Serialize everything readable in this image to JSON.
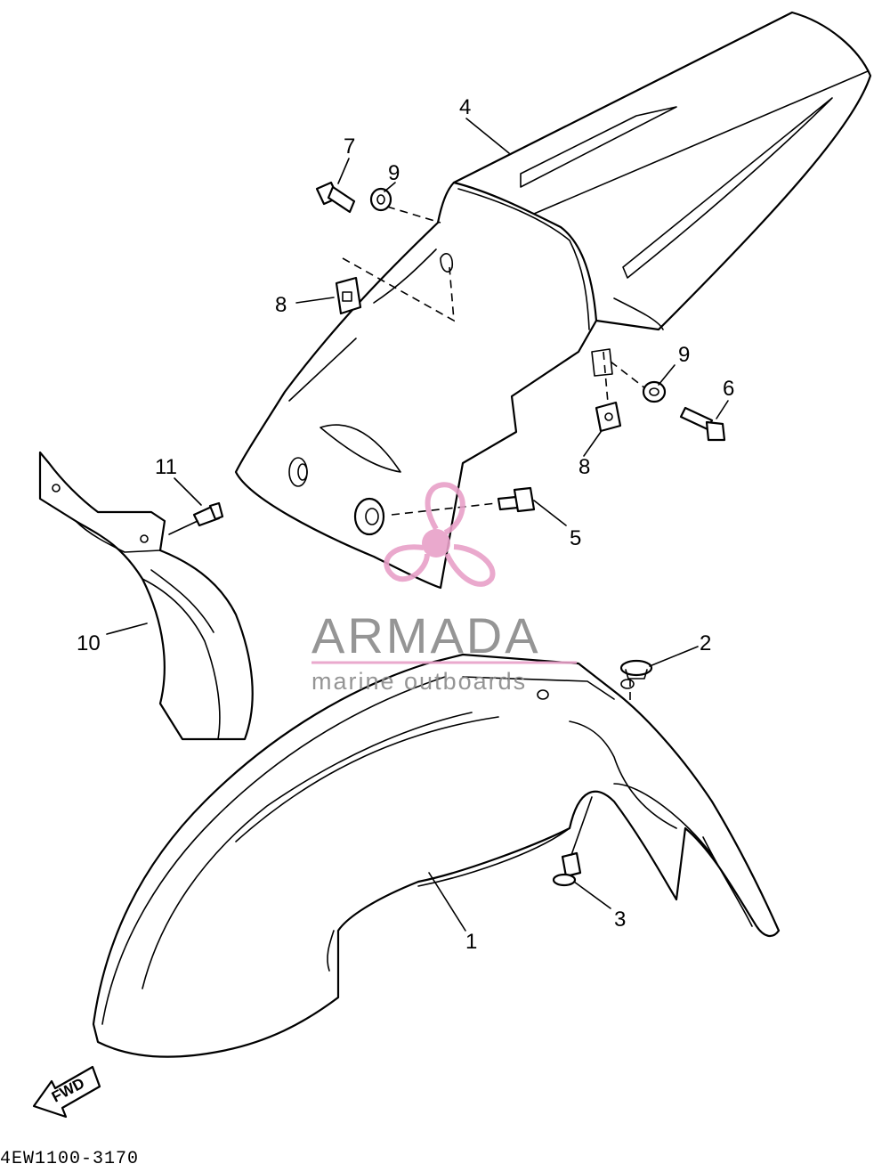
{
  "diagram": {
    "drawing_code": "4EW1100-3170",
    "direction_label": "FWD",
    "callouts": [
      {
        "id": "c1",
        "label": "1"
      },
      {
        "id": "c2",
        "label": "2"
      },
      {
        "id": "c3",
        "label": "3"
      },
      {
        "id": "c4",
        "label": "4"
      },
      {
        "id": "c5",
        "label": "5"
      },
      {
        "id": "c6",
        "label": "6"
      },
      {
        "id": "c7",
        "label": "7"
      },
      {
        "id": "c8a",
        "label": "8"
      },
      {
        "id": "c8b",
        "label": "8"
      },
      {
        "id": "c9a",
        "label": "9"
      },
      {
        "id": "c9b",
        "label": "9"
      },
      {
        "id": "c10",
        "label": "10"
      },
      {
        "id": "c11",
        "label": "11"
      }
    ]
  },
  "watermark": {
    "brand": "ARMADA",
    "tagline": "marine outboards",
    "accent_color": "#e8a0c8",
    "text_color": "#8a8a8a",
    "logo_icon": "propeller-icon"
  }
}
